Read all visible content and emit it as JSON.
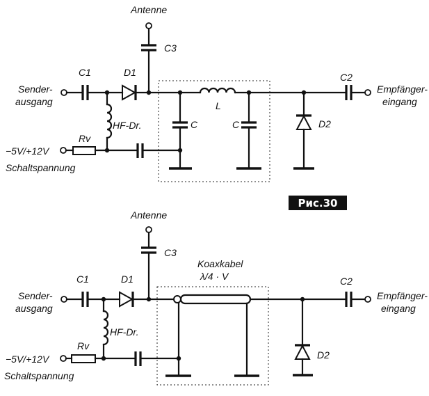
{
  "top": {
    "antenna": "Antenne",
    "c3": "C3",
    "c1": "C1",
    "d1": "D1",
    "c2": "C2",
    "l": "L",
    "c_left": "C",
    "c_right": "C",
    "hf": "HF-Dr.",
    "rv": "Rv",
    "d2": "D2",
    "sender_1": "Sender-",
    "sender_2": "ausgang",
    "empf_1": "Empfänger-",
    "empf_2": "eingang",
    "supply": "−5V/+12V",
    "schalt": "Schaltspannung"
  },
  "badge": "Рис.30",
  "bottom": {
    "antenna": "Antenne",
    "c3": "C3",
    "c1": "C1",
    "d1": "D1",
    "c2": "C2",
    "koax_1": "Koaxkabel",
    "koax_2": "λ/4 · V",
    "hf": "HF-Dr.",
    "rv": "Rv",
    "d2": "D2",
    "sender_1": "Sender-",
    "sender_2": "ausgang",
    "empf_1": "Empfänger-",
    "empf_2": "eingang",
    "supply": "−5V/+12V",
    "schalt": "Schaltspannung"
  }
}
